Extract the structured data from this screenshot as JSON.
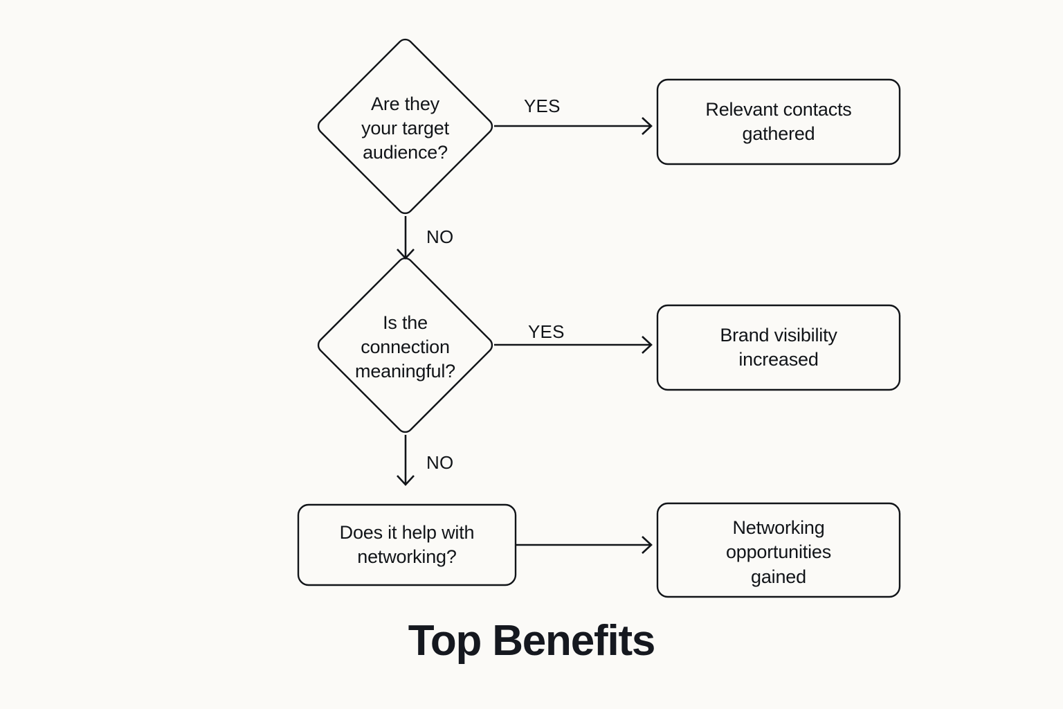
{
  "title": "Top Benefits",
  "theme": {
    "background": "#fbfaf7",
    "stroke": "#111418",
    "text": "#111418",
    "title_color": "#15181f",
    "node_fill": "#fbfaf7"
  },
  "nodes": {
    "decision_1": {
      "shape": "diamond",
      "text": "Are they\nyour target\naudience?"
    },
    "outcome_1": {
      "shape": "rounded-rect",
      "text": "Relevant contacts\ngathered"
    },
    "decision_2": {
      "shape": "diamond",
      "text": "Is the\nconnection\nmeaningful?"
    },
    "outcome_2": {
      "shape": "rounded-rect",
      "text": "Brand visibility\nincreased"
    },
    "decision_3": {
      "shape": "rounded-rect",
      "text": "Does it help with\nnetworking?"
    },
    "outcome_3": {
      "shape": "rounded-rect",
      "text": "Networking\nopportunities\ngained"
    }
  },
  "edges": {
    "yes_1": "YES",
    "no_1": "NO",
    "yes_2": "YES",
    "no_2": "NO"
  },
  "chart_data": {
    "type": "diagram",
    "diagram_type": "flowchart",
    "title": "Top Benefits",
    "orientation": "top-to-bottom with right branches",
    "nodes": [
      {
        "id": "d1",
        "label": "Are they your target audience?",
        "shape": "diamond"
      },
      {
        "id": "o1",
        "label": "Relevant contacts gathered",
        "shape": "rounded-rect"
      },
      {
        "id": "d2",
        "label": "Is the connection meaningful?",
        "shape": "diamond"
      },
      {
        "id": "o2",
        "label": "Brand visibility increased",
        "shape": "rounded-rect"
      },
      {
        "id": "d3",
        "label": "Does it help with networking?",
        "shape": "rounded-rect"
      },
      {
        "id": "o3",
        "label": "Networking opportunities gained",
        "shape": "rounded-rect"
      }
    ],
    "links": [
      {
        "from": "d1",
        "to": "o1",
        "label": "YES",
        "direction": "right"
      },
      {
        "from": "d1",
        "to": "d2",
        "label": "NO",
        "direction": "down"
      },
      {
        "from": "d2",
        "to": "o2",
        "label": "YES",
        "direction": "right"
      },
      {
        "from": "d2",
        "to": "d3",
        "label": "NO",
        "direction": "down"
      },
      {
        "from": "d3",
        "to": "o3",
        "label": "",
        "direction": "right"
      }
    ]
  }
}
